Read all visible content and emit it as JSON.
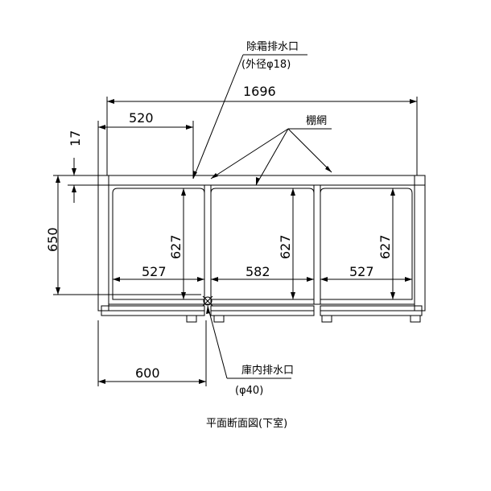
{
  "labels": {
    "defrost_drain": "除霜排水口",
    "defrost_drain_size": "(外径φ18)",
    "shelf_net": "棚網",
    "interior_drain": "庫内排水口",
    "interior_drain_size": "(φ40)",
    "view_title": "平面断面図(下室)"
  },
  "dimensions": {
    "overall_width": "1696",
    "drain_offset": "520",
    "wall_top": "17",
    "depth": "650",
    "bay_height_1": "627",
    "bay_height_2": "627",
    "bay_height_3": "627",
    "bay_width_1": "527",
    "bay_width_2": "582",
    "bay_width_3": "527",
    "door_width": "600"
  }
}
